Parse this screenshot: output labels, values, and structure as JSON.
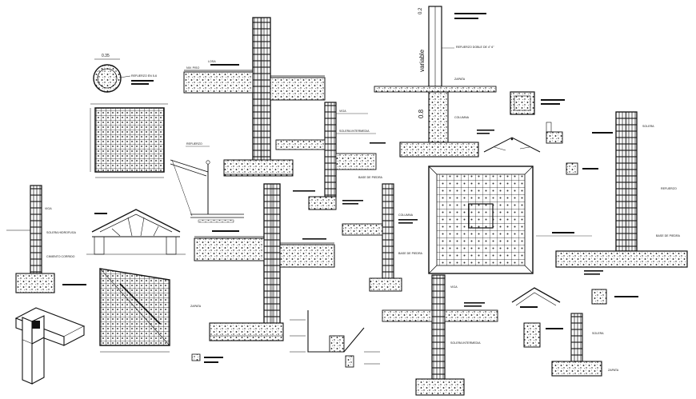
{
  "drawing": {
    "labels": {
      "round_column_dim": "0.35",
      "variable": "variable",
      "dim_0_2": "0.2",
      "dim_0_8": "0.8",
      "round_column_note": "REFUERZO EN 5-6",
      "column_top_note": "REFUERZO DOBLE DE 4\" 6\"",
      "nivel_piso": "NIV. PISO",
      "soleras": "SOLERA",
      "zapata": "ZAPATA",
      "viga": "VIGA",
      "columna": "COLUMNA",
      "refuerzo": "REFUERZO",
      "solera_intermedia": "SOLERA INTERMEDIA",
      "solera_hidrofuga": "SOLERA HIDROFUGA",
      "cimiento_corrido": "CIMIENTO CORRIDO",
      "base_de_piedra": "BASE DE PIEDRA",
      "losa": "LOSA"
    },
    "colors": {
      "ink": "#111111",
      "paper": "#ffffff"
    }
  }
}
